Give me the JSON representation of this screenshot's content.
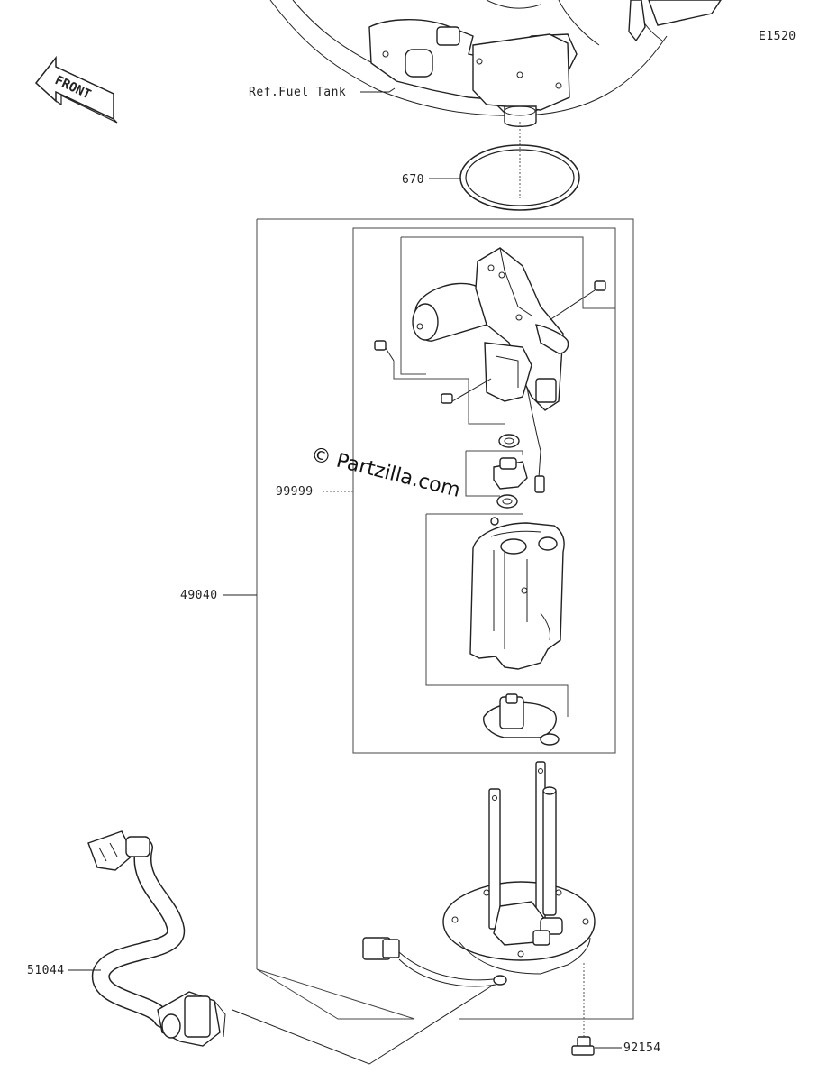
{
  "diagram_code": "E1520",
  "front_label": "FRONT",
  "watermark": "© Partzilla.com",
  "callouts": {
    "fuel_tank_ref": "Ref.Fuel Tank",
    "oring": "670",
    "pump_assembly": "49040",
    "inner_kit": "99999",
    "wire_harness": "51044",
    "bolt": "92154"
  }
}
